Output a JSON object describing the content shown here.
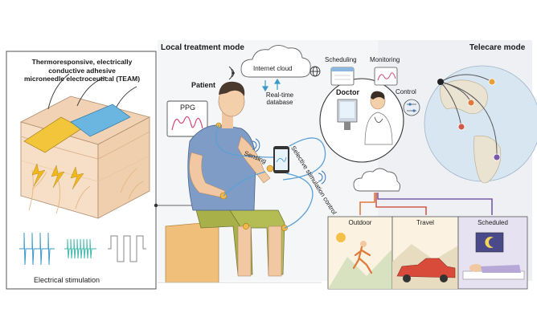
{
  "panels": {
    "local_mode": "Local treatment mode",
    "telecare_mode": "Telecare mode"
  },
  "team": {
    "line1": "Thermoresponsive, electrically",
    "line2": "conductive adhesive",
    "line3": "microneedle electroceutical (TEAM)",
    "stimulation_label": "Electrical stimulation"
  },
  "patient": {
    "label": "Patient",
    "ppg_label": "PPG",
    "sensing_label": "Sensing",
    "stimulation_control_label": "Selective stimulation control"
  },
  "cloud": {
    "label": "Internet cloud",
    "database_line1": "Real-time",
    "database_line2": "database"
  },
  "doctor": {
    "label": "Doctor",
    "scheduling_label": "Scheduling",
    "monitoring_label": "Monitoring",
    "control_label": "Control"
  },
  "scenarios": [
    {
      "label": "Outdoor",
      "color": "#e07a3a"
    },
    {
      "label": "Travel",
      "color": "#d05a4a"
    },
    {
      "label": "Scheduled",
      "color": "#7a5aa8"
    }
  ],
  "colors": {
    "skin": "#f3d8b8",
    "electrode_yellow": "#f2c53a",
    "electrode_blue": "#6bb6e0",
    "waveform_blue": "#3a9ac8",
    "waveform_teal": "#3ab8a8",
    "ppg_pink": "#d6457a",
    "wire_blue": "#5aa0d8",
    "globe": "#d8e6f2",
    "continent": "#eae3d2"
  },
  "icons": [
    "wifi-icon",
    "globe-icon",
    "cloud-icon",
    "phone-icon",
    "sun-icon",
    "moon-icon",
    "car-icon",
    "runner-icon",
    "bed-icon"
  ]
}
